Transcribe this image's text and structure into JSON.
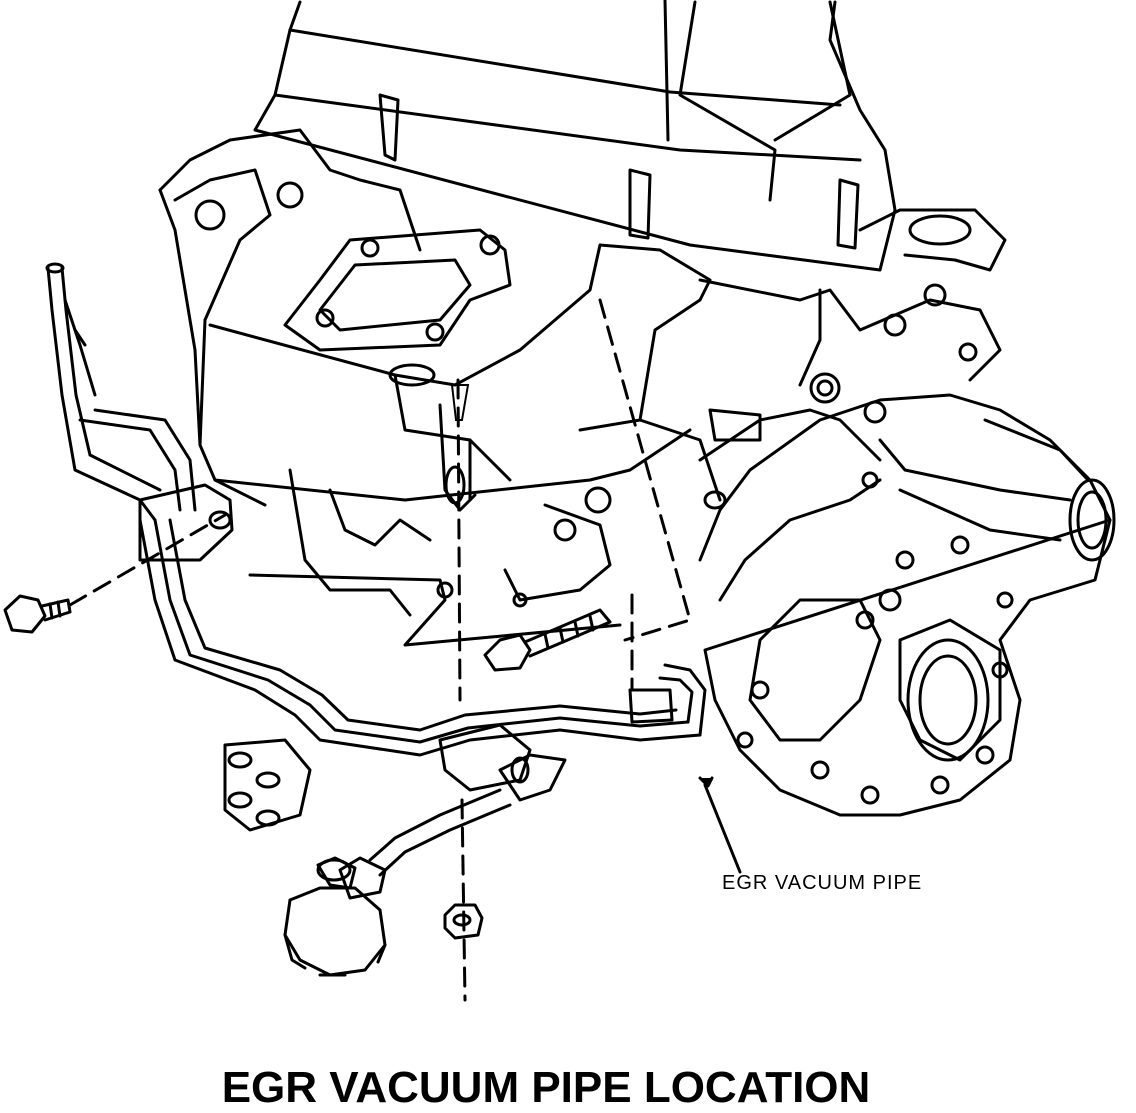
{
  "diagram": {
    "callouts": [
      {
        "id": "egr-vacuum-pipe",
        "label": "EGR VACUUM PIPE"
      }
    ],
    "caption": "EGR VACUUM PIPE LOCATION"
  },
  "colors": {
    "line": "#000000",
    "background": "#ffffff"
  }
}
